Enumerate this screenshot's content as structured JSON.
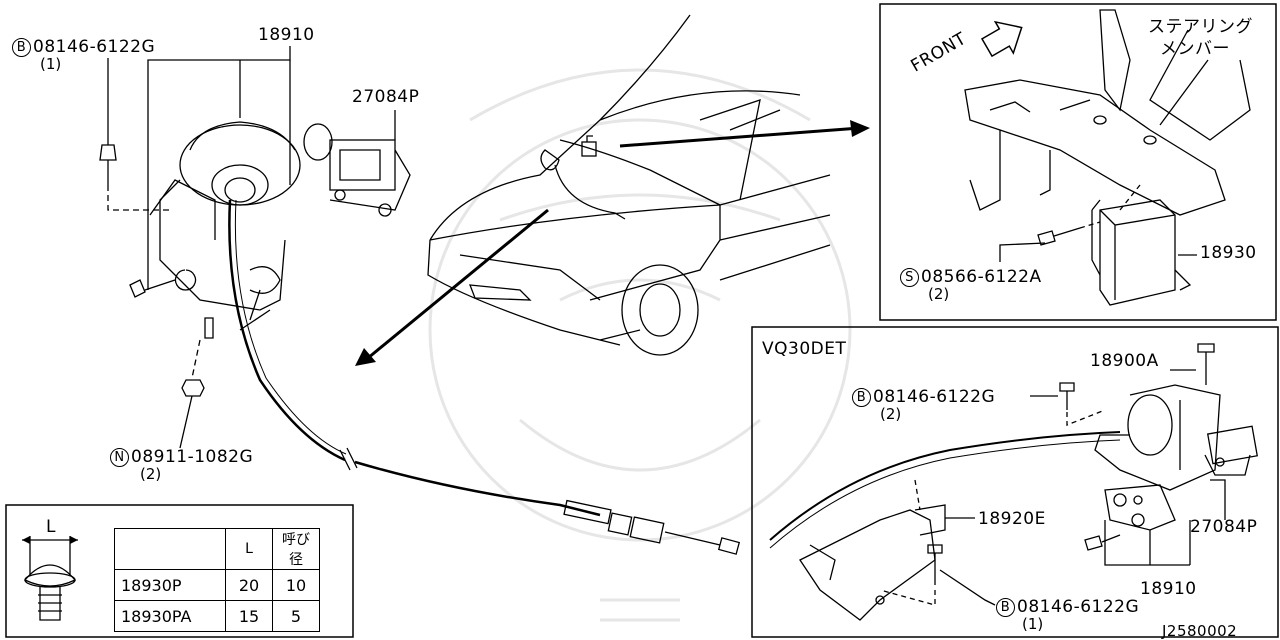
{
  "callouts": {
    "b_bolt_top": {
      "symbol": "B",
      "part": "08146-6122G",
      "qty": "(1)"
    },
    "assembly_main": "18910",
    "actuator_main": "27084P",
    "n_nut": {
      "symbol": "N",
      "part": "08911-1082G",
      "qty": "(2)"
    },
    "steering_member": {
      "line1": "ステアリング",
      "line2": "メンバー"
    },
    "front_arrow": "FRONT",
    "s_screw": {
      "symbol": "S",
      "part": "08566-6122A",
      "qty": "(2)"
    },
    "unit_18930": "18930",
    "engine_variant": "VQ30DET",
    "bolt_18900a": "18900A",
    "b_bolt_vq": {
      "symbol": "B",
      "part": "08146-6122G",
      "qty": "(2)"
    },
    "bracket_18920e": "18920E",
    "actuator_vq": "27084P",
    "assembly_vq": "18910",
    "b_bolt_bottom": {
      "symbol": "B",
      "part": "08146-6122G",
      "qty": "(1)"
    },
    "diagram_code": "J2580002"
  },
  "spec_table": {
    "dim_label": "L",
    "headers": [
      "",
      "L",
      "呼び径"
    ],
    "rows": [
      {
        "part": "18930P",
        "L": "20",
        "dia": "10"
      },
      {
        "part": "18930PA",
        "L": "15",
        "dia": "5"
      }
    ]
  }
}
